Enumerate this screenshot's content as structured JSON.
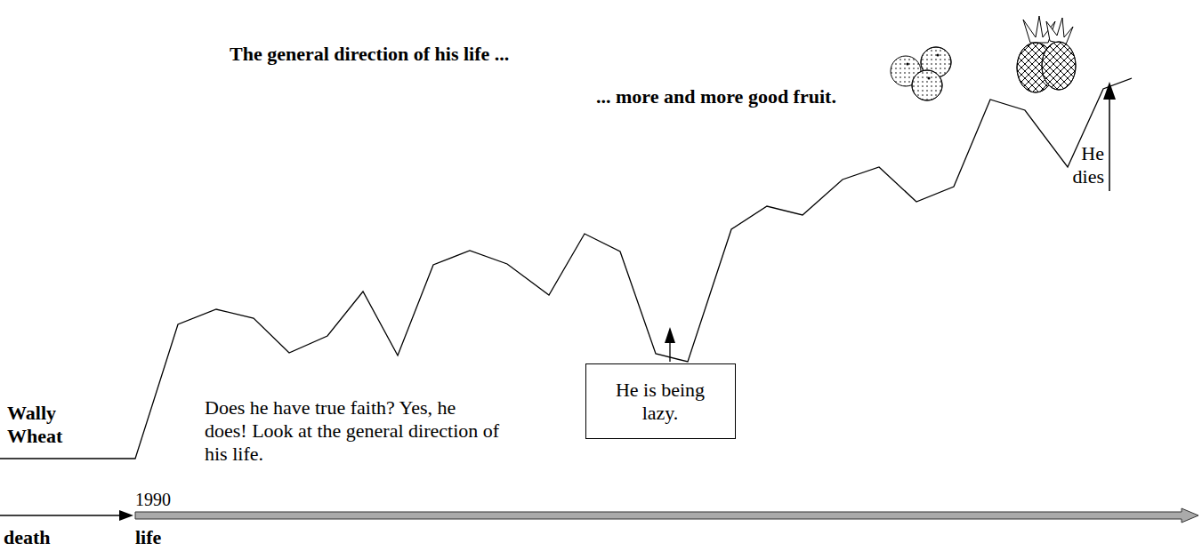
{
  "diagram": {
    "nodes": [
      {
        "text": [
          "He is being lazy."
        ]
      }
    ],
    "labels": [
      "The general direction of his life ...",
      "... more and more good fruit.",
      "He dies",
      "Does he have true faith? Yes, he does!  Look at the general direction of his life.",
      "Wally Wheat",
      "1990",
      "death",
      "life"
    ]
  }
}
